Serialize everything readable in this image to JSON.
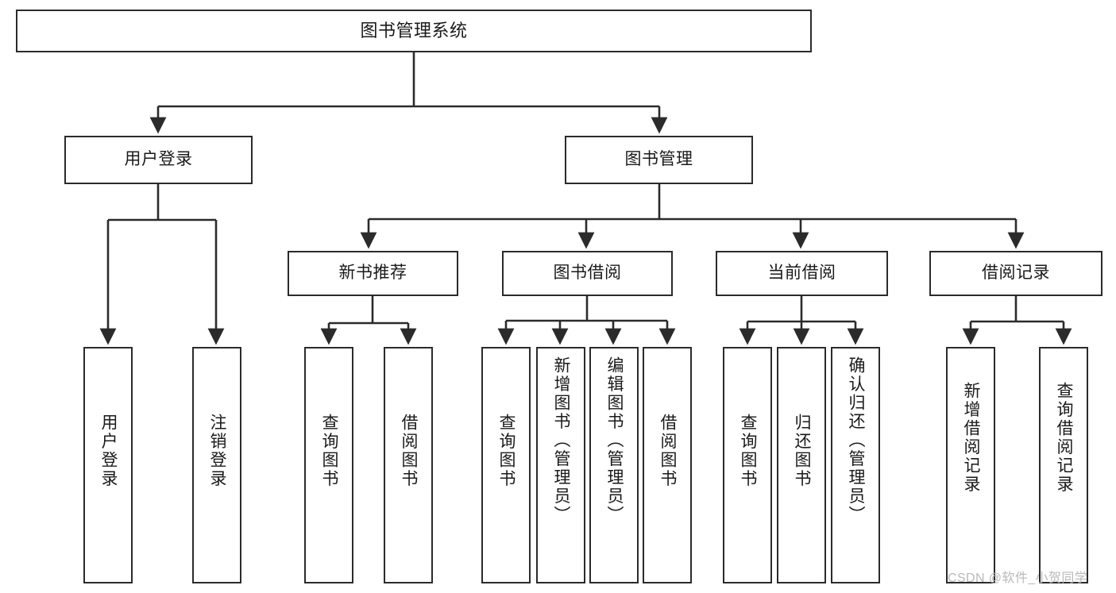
{
  "diagram": {
    "title": "图书管理系统",
    "type": "hierarchy-tree",
    "orientation": "top-down",
    "colors": {
      "box_border": "#2b2b2b",
      "box_fill": "#ffffff",
      "connector": "#2b2b2b",
      "text": "#1a1a1a",
      "watermark": "#b9b9b9"
    },
    "levels": {
      "level1": [
        "图书管理系统"
      ],
      "level2": [
        "用户登录",
        "图书管理"
      ],
      "level3": [
        "新书推荐",
        "图书借阅",
        "当前借阅",
        "借阅记录"
      ],
      "level4": [
        "用户登录",
        "注销登录",
        "查询图书",
        "借阅图书",
        "查询图书",
        "新增图书（管理员）",
        "编辑图书（管理员）",
        "借阅图书",
        "查询图书",
        "归还图书",
        "确认归还（管理员）",
        "新增借阅记录",
        "查询借阅记录"
      ]
    },
    "nodes": {
      "root": {
        "label": "图书管理系统"
      },
      "user_login": {
        "label": "用户登录"
      },
      "book_mgmt": {
        "label": "图书管理"
      },
      "new_book_rec": {
        "label": "新书推荐"
      },
      "book_borrow": {
        "label": "图书借阅"
      },
      "current_borrow": {
        "label": "当前借阅"
      },
      "borrow_record": {
        "label": "借阅记录"
      },
      "leaf_user_login": {
        "label": "用户登录"
      },
      "leaf_logout": {
        "label": "注销登录"
      },
      "leaf_query_book_1": {
        "label": "查询图书"
      },
      "leaf_borrow_book_1": {
        "label": "借阅图书"
      },
      "leaf_query_book_2": {
        "label": "查询图书"
      },
      "leaf_add_book": {
        "label": "新增图书（管理员）"
      },
      "leaf_edit_book": {
        "label": "编辑图书（管理员）"
      },
      "leaf_borrow_book_2": {
        "label": "借阅图书"
      },
      "leaf_query_book_3": {
        "label": "查询图书"
      },
      "leaf_return_book": {
        "label": "归还图书"
      },
      "leaf_confirm_return": {
        "label": "确认归还（管理员）"
      },
      "leaf_add_record": {
        "label": "新增借阅记录"
      },
      "leaf_query_record": {
        "label": "查询借阅记录"
      }
    },
    "edges": [
      {
        "from": "root",
        "to": "user_login"
      },
      {
        "from": "root",
        "to": "book_mgmt"
      },
      {
        "from": "user_login",
        "to": "leaf_user_login"
      },
      {
        "from": "user_login",
        "to": "leaf_logout"
      },
      {
        "from": "book_mgmt",
        "to": "new_book_rec"
      },
      {
        "from": "book_mgmt",
        "to": "book_borrow"
      },
      {
        "from": "book_mgmt",
        "to": "current_borrow"
      },
      {
        "from": "book_mgmt",
        "to": "borrow_record"
      },
      {
        "from": "new_book_rec",
        "to": "leaf_query_book_1"
      },
      {
        "from": "new_book_rec",
        "to": "leaf_borrow_book_1"
      },
      {
        "from": "book_borrow",
        "to": "leaf_query_book_2"
      },
      {
        "from": "book_borrow",
        "to": "leaf_add_book"
      },
      {
        "from": "book_borrow",
        "to": "leaf_edit_book"
      },
      {
        "from": "book_borrow",
        "to": "leaf_borrow_book_2"
      },
      {
        "from": "current_borrow",
        "to": "leaf_query_book_3"
      },
      {
        "from": "current_borrow",
        "to": "leaf_return_book"
      },
      {
        "from": "current_borrow",
        "to": "leaf_confirm_return"
      },
      {
        "from": "borrow_record",
        "to": "leaf_add_record"
      },
      {
        "from": "borrow_record",
        "to": "leaf_query_record"
      }
    ]
  },
  "watermark": {
    "text": "CSDN @软件_小贺同学"
  }
}
